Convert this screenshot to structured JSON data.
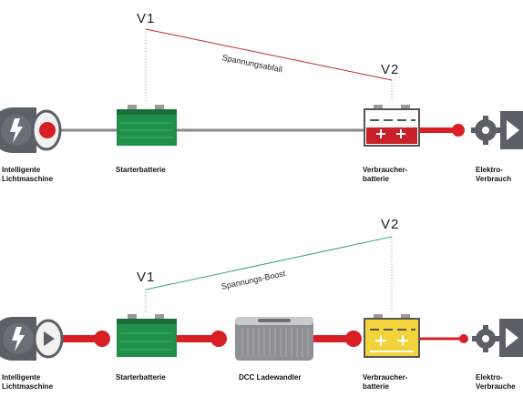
{
  "top": {
    "v1": "V1",
    "v2": "V2",
    "drop_label": "Spannungsabfall",
    "alternator_label": [
      "Intelligente",
      "Lichtmaschine"
    ],
    "starter_label": "Starterbatterie",
    "consumer_battery_label": [
      "Verbraucher-",
      "batterie"
    ],
    "load_label": [
      "Elektro-",
      "Verbrauch"
    ]
  },
  "bottom": {
    "v1": "V1",
    "v2": "V2",
    "boost_label": "Spannungs-Boost",
    "alternator_label": [
      "Intelligente",
      "Lichtmaschine"
    ],
    "starter_label": "Starterbatterie",
    "dcc_label": "DCC Ladewandler",
    "consumer_battery_label": [
      "Verbraucher-",
      "batterie"
    ],
    "load_label": [
      "Elektro-",
      "Verbrauche"
    ]
  },
  "colors": {
    "cable_red": "#d91f26",
    "cable_grey": "#8a8a8a",
    "battery_green": "#1f8f4a",
    "drop_line": "#c0282f",
    "boost_line": "#3aa58a",
    "icon_dark": "#5b5f66"
  }
}
